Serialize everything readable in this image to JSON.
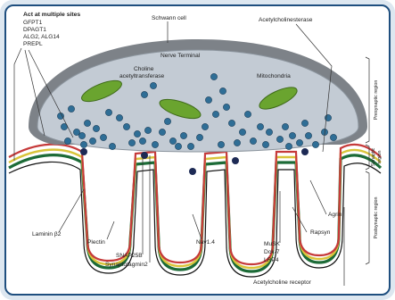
{
  "labels": {
    "multi_title": "Act at multiple sites",
    "multi_items": [
      "GFPT1",
      "DPAGT1",
      "ALG2, ALG14",
      "PREPL"
    ],
    "schwann": "Schwann cell",
    "ache": "Acetylcholinesterase",
    "nerve": "Nerve Terminal",
    "chat_1": "Choline",
    "chat_2": "acetyltransferase",
    "mito": "Mitochondria",
    "laminin": "Laminin β2",
    "plectin": "Plectin",
    "snap": "SNAP25B",
    "syt": "Synaptotagmin2",
    "nav": "Nav1.4",
    "agrin": "Agrin",
    "rapsyn": "Rapsyn",
    "musk": "MuSK",
    "dok": "Dok-7",
    "lrp": "LRP4",
    "achr": "Acetylcholine receptor"
  },
  "regions": {
    "pre": "Presynaptic region",
    "syn_1": "Synaptic",
    "syn_2": "region",
    "post": "Postsynaptic region"
  },
  "colors": {
    "frame_border": "#1f4f7f",
    "schwann": "#7d8288",
    "terminal": "#c3cbd4",
    "mitochondria": "#6aa42f",
    "vesicle": "#2f6e96",
    "membrane_red": "#c63a3a",
    "membrane_yellow": "#d9c43a",
    "membrane_green": "#1c6b37"
  }
}
